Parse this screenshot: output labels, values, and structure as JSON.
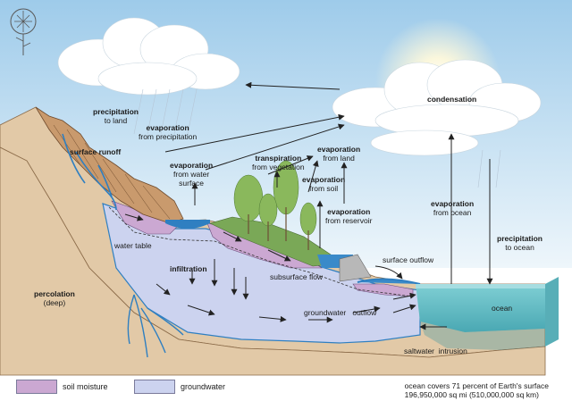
{
  "labels": {
    "precipitation_land": {
      "title": "precipitation",
      "sub": "to land"
    },
    "evap_precip": {
      "title": "evaporation",
      "sub": "from precipitation"
    },
    "surface_runoff": {
      "title": "surface runoff"
    },
    "evap_water_surface": {
      "title": "evaporation",
      "sub": "from water",
      "sub2": "surface"
    },
    "transpiration": {
      "title": "transpiration",
      "sub": "from vegetation"
    },
    "evap_land": {
      "title": "evaporation",
      "sub": "from land"
    },
    "evap_soil": {
      "title": "evaporation",
      "sub": "from soil"
    },
    "evap_reservoir": {
      "title": "evaporation",
      "sub": "from reservoir"
    },
    "condensation": {
      "title": "condensation"
    },
    "evap_ocean": {
      "title": "evaporation",
      "sub": "from ocean"
    },
    "precip_ocean": {
      "title": "precipitation",
      "sub": "to ocean"
    },
    "water_table": {
      "text": "water table"
    },
    "infiltration": {
      "title": "infiltration"
    },
    "subsurface_flow": {
      "text": "subsurface flow"
    },
    "surface_outflow": {
      "text": "surface outflow"
    },
    "percolation": {
      "title": "percolation",
      "sub": "(deep)"
    },
    "groundwater_outflow": {
      "text": "groundwater   outflow"
    },
    "ocean": {
      "text": "ocean"
    },
    "saltwater_intrusion": {
      "text": "saltwater  intrusion"
    }
  },
  "legend": {
    "soil_moisture": "soil moisture",
    "groundwater": "groundwater"
  },
  "footnote": {
    "line1": "ocean covers 71 percent of Earth's surface",
    "line2": "196,950,000 sq mi (510,000,000 sq km)"
  },
  "colors": {
    "sky_top": "#9ecbea",
    "sky_bottom": "#e8f3fa",
    "ground": "#e2c9a7",
    "groundwater": "#ccd3ef",
    "soil_moisture": "#cba8d2",
    "ocean": "#6ec3c9",
    "river": "#2f7fc1"
  }
}
